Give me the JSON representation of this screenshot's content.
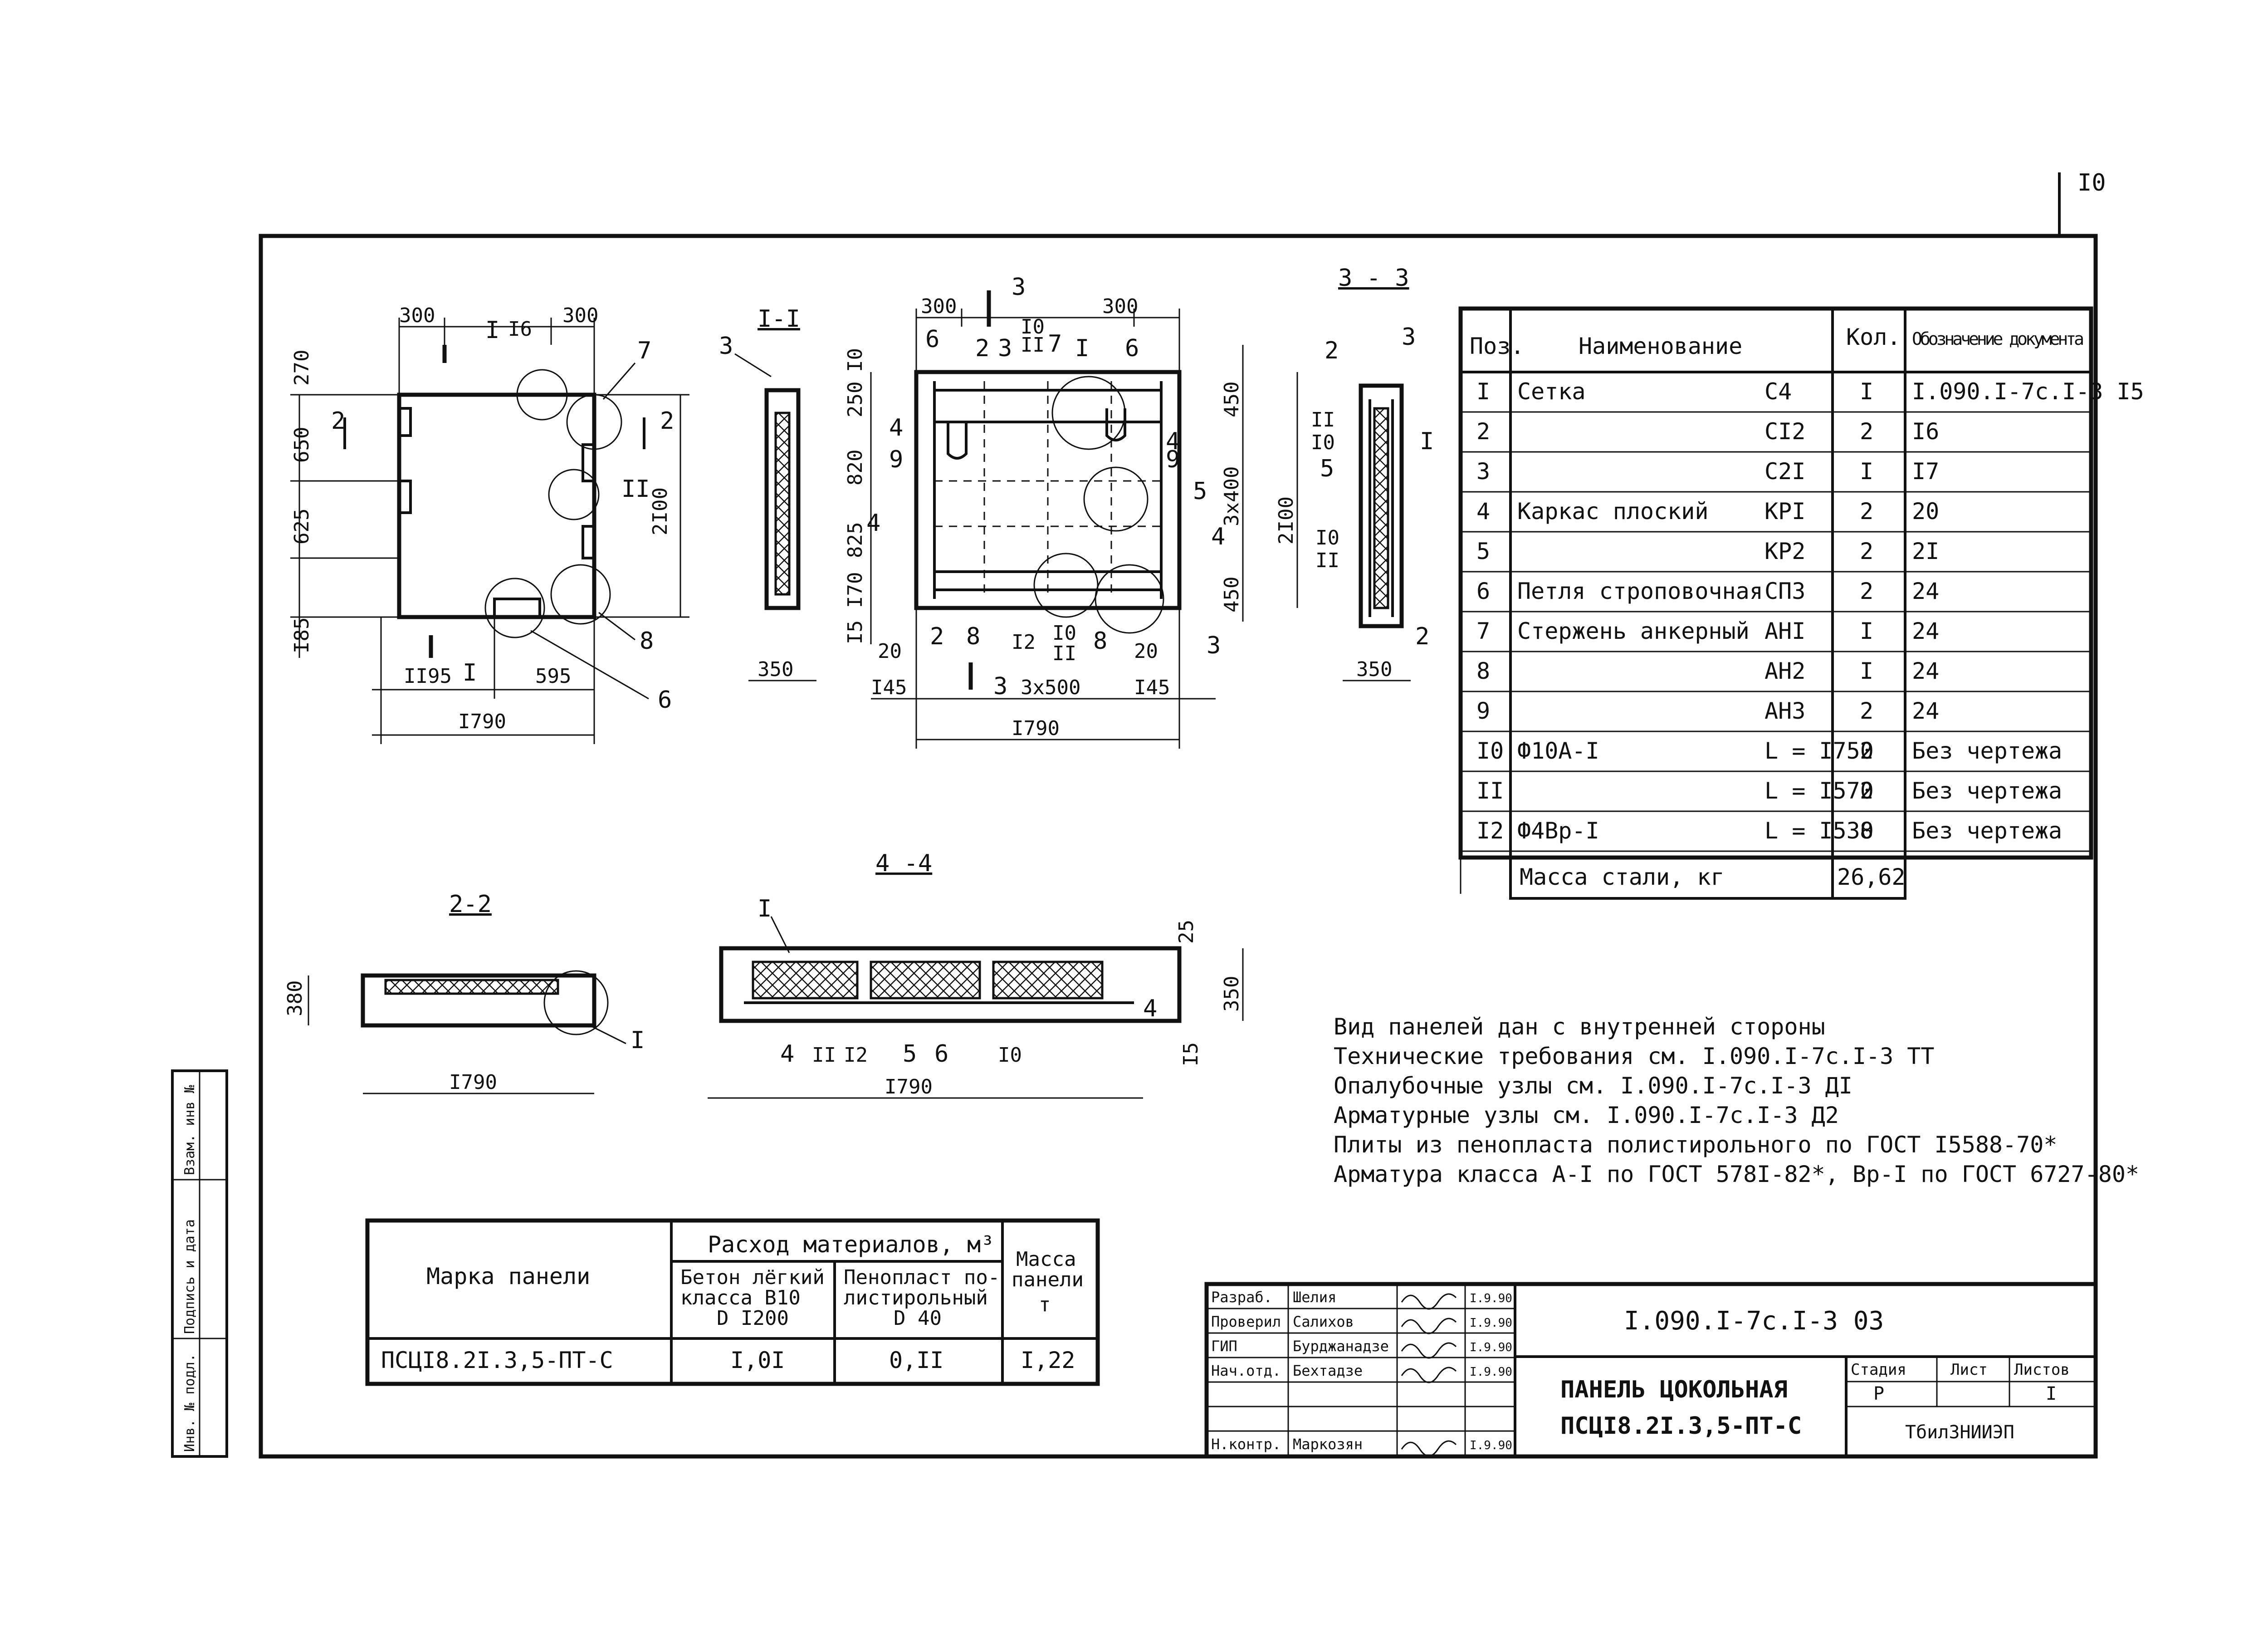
{
  "page_number": "I0",
  "views": {
    "front": {
      "dims_top": [
        "300",
        "I6",
        "300"
      ],
      "dims_left": [
        "270",
        "650",
        "625",
        "I85"
      ],
      "dim_right": "2I00",
      "dims_bottom": [
        "II95",
        "595",
        "I790"
      ],
      "section_marks": [
        "I",
        "2",
        "2",
        "I"
      ],
      "callouts": [
        "7",
        "II",
        "8",
        "6"
      ]
    },
    "section_1": {
      "title": "I-I",
      "callout": "3",
      "width": "350"
    },
    "rebar_view": {
      "dims_top": [
        "300",
        "300",
        "3",
        "I0",
        "II",
        "7"
      ],
      "labels_top": [
        "6",
        "2",
        "3",
        "I",
        "6"
      ],
      "dims_left": [
        "I0",
        "250",
        "820",
        "825",
        "I70",
        "I5"
      ],
      "dims_right": [
        "450",
        "3x400",
        "450"
      ],
      "dim_total_height": "2I00",
      "left_labels": [
        "4",
        "9",
        "4"
      ],
      "right_labels": [
        "4",
        "9",
        "5",
        "4",
        "3"
      ],
      "bottom_labels": [
        "20",
        "2",
        "8",
        "I2",
        "I0",
        "II",
        "8",
        "20"
      ],
      "dims_bottom": [
        "I45",
        "3",
        "3x500",
        "I45",
        "I790"
      ]
    },
    "section_3": {
      "title": "3 - 3",
      "labels": [
        "2",
        "3",
        "II",
        "I0",
        "5",
        "I",
        "I0",
        "II",
        "2"
      ],
      "width": "350"
    },
    "section_2": {
      "title": "2-2",
      "height": "380",
      "width": "I790",
      "callout": "I"
    },
    "section_4": {
      "title": "4 -4",
      "top_dim": "25",
      "height": "350",
      "bottom_dim": "I5",
      "width": "I790",
      "callout": "I",
      "right_label": "4",
      "bottom_labels": [
        "4",
        "II",
        "I2",
        "5",
        "6",
        "I0"
      ]
    }
  },
  "spec_table": {
    "headers": [
      "Поз.",
      "Наименование",
      "Кол.",
      "Обозначение документа"
    ],
    "rows": [
      {
        "pos": "I",
        "name": "Сетка",
        "code": "С4",
        "qty": "I",
        "doc": "I.090.I-7с.I-3 I5"
      },
      {
        "pos": "2",
        "name": "",
        "code": "СI2",
        "qty": "2",
        "doc": "I6"
      },
      {
        "pos": "3",
        "name": "",
        "code": "С2I",
        "qty": "I",
        "doc": "I7"
      },
      {
        "pos": "4",
        "name": "Каркас плоский",
        "code": "КРI",
        "qty": "2",
        "doc": "20"
      },
      {
        "pos": "5",
        "name": "",
        "code": "КР2",
        "qty": "2",
        "doc": "2I"
      },
      {
        "pos": "6",
        "name": "Петля строповочная",
        "code": "СП3",
        "qty": "2",
        "doc": "24"
      },
      {
        "pos": "7",
        "name": "Стержень анкерный",
        "code": "АНI",
        "qty": "I",
        "doc": "24"
      },
      {
        "pos": "8",
        "name": "",
        "code": "АН2",
        "qty": "I",
        "doc": "24"
      },
      {
        "pos": "9",
        "name": "",
        "code": "АН3",
        "qty": "2",
        "doc": "24"
      },
      {
        "pos": "I0",
        "name": "Ф10А-I",
        "code": "L = I750",
        "qty": "2",
        "doc": "Без чертежа"
      },
      {
        "pos": "II",
        "name": "",
        "code": "L = I570",
        "qty": "2",
        "doc": "Без чертежа"
      },
      {
        "pos": "I2",
        "name": "Ф4Вр-I",
        "code": "L = I530",
        "qty": "8",
        "doc": "Без чертежа"
      }
    ],
    "total_label": "Масса стали, кг",
    "total_value": "26,62"
  },
  "notes": [
    "Вид панелей дан с внутренней стороны",
    "Технические требования см. I.090.I-7с.I-3 ТТ",
    "Опалубочные узлы см. I.090.I-7с.I-3 ДI",
    "Арматурные узлы см. I.090.I-7с.I-3 Д2",
    "Плиты из пенопласта полистирольного по ГОСТ I5588-70*",
    "Арматура класса А-I по ГОСТ 578I-82*, Вр-I по ГОСТ 6727-80*"
  ],
  "materials_table": {
    "col_mark": "Марка панели",
    "col_group": "Расход материалов, м³",
    "col_concrete": [
      "Бетон лёгкий",
      "класса  В10",
      "D I200"
    ],
    "col_foam": [
      "Пенопласт по-",
      "листирольный",
      "D 40"
    ],
    "col_mass": [
      "Масса",
      "панели",
      "т"
    ],
    "row": {
      "mark": "ПСЦI8.2I.3,5-ПТ-С",
      "concrete": "I,0I",
      "foam": "0,II",
      "mass": "I,22"
    }
  },
  "side_stamp": [
    "Инв. № подл.",
    "Подпись и дата",
    "Взам. инв №"
  ],
  "title_block": {
    "roles": [
      "Разраб.",
      "Проверил",
      "ГИП",
      "Нач.отд.",
      "",
      "",
      "Н.контр."
    ],
    "names": [
      "Шелия",
      "Салихов",
      "Бурджанадзе",
      "Бехтадзе",
      "",
      "",
      "Маркозян"
    ],
    "dates": [
      "I.9.90",
      "I.9.90",
      "I.9.90",
      "I.9.90",
      "",
      "",
      "I.9.90"
    ],
    "doc_code": "I.090.I-7с.I-3 03",
    "title_line1": "ПАНЕЛЬ ЦОКОЛЬНАЯ",
    "title_line2": "ПСЦI8.2I.3,5-ПТ-С",
    "stage_label": "Стадия",
    "sheet_label": "Лист",
    "sheets_label": "Листов",
    "stage": "Р",
    "sheet": "",
    "sheets": "I",
    "org": "ТбилЗНИИЭП"
  }
}
